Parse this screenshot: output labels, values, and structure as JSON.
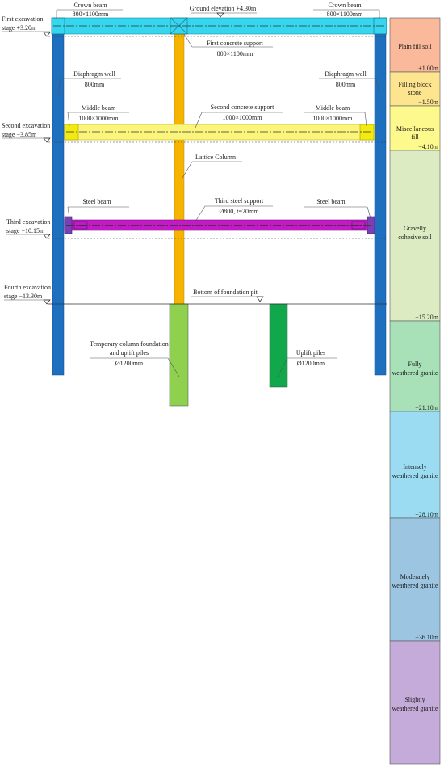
{
  "ground": {
    "label": "Ground elevation +4.30m"
  },
  "crown_beam": {
    "left_title": "Crown beam",
    "left_size": "800×1100mm",
    "right_title": "Crown beam",
    "right_size": "800×1100mm"
  },
  "stages": [
    {
      "line1": "First excavation",
      "line2": "stage +3.20m"
    },
    {
      "line1": "Second excavation",
      "line2": "stage −3.85m"
    },
    {
      "line1": "Third excavation",
      "line2": "stage −10.15m"
    },
    {
      "line1": "Fourth excavation",
      "line2": "stage −13.30m"
    }
  ],
  "first_support": {
    "title": "First concrete support",
    "size": "800×1100mm"
  },
  "diaphragm_left": {
    "title": "Diaphragm wall",
    "size": "800mm"
  },
  "diaphragm_right": {
    "title": "Diaphragm wall",
    "size": "800mm"
  },
  "middle_beam_left": {
    "title": "Middle beam",
    "size": "1000×1000mm"
  },
  "middle_beam_right": {
    "title": "Middle beam",
    "size": "1000×1000mm"
  },
  "second_support": {
    "title": "Second concrete support",
    "size": "1000×1000mm"
  },
  "lattice_column": {
    "title": "Lattice Column"
  },
  "steel_beam_left": {
    "title": "Steel beam"
  },
  "steel_beam_right": {
    "title": "Steel beam"
  },
  "third_support": {
    "title": "Third steel support",
    "size": "Ø800, t=20mm"
  },
  "pit_bottom": {
    "label": "Bottom of foundation pit"
  },
  "temp_column": {
    "line1": "Temporary column foundation",
    "line2": "and uplift piles",
    "size": "Ø1200mm"
  },
  "uplift_piles": {
    "title": "Uplift piles",
    "size": "Ø1200mm"
  },
  "strata": [
    {
      "lines": [
        "Plain fill soil"
      ],
      "elevation": "+1.00m",
      "color": "#f9b99a"
    },
    {
      "lines": [
        "Filling block",
        "stone"
      ],
      "elevation": "−1.50m",
      "color": "#fde48f"
    },
    {
      "lines": [
        "Miscellaneous",
        "fill"
      ],
      "elevation": "−4.10m",
      "color": "#fdf98c"
    },
    {
      "lines": [
        "Gravelly",
        "cohesive soil"
      ],
      "elevation": "−15.20m",
      "color": "#dcebc1"
    },
    {
      "lines": [
        "Fully",
        "weathered granite"
      ],
      "elevation": "−21.10m",
      "color": "#a8e0b8"
    },
    {
      "lines": [
        "Intensely",
        "weathered granite"
      ],
      "elevation": "−28.10m",
      "color": "#9bdcf2"
    },
    {
      "lines": [
        "Moderately",
        "weathered granite"
      ],
      "elevation": "−36.10m",
      "color": "#9cc5e2"
    },
    {
      "lines": [
        "Slightly",
        "weathered granite"
      ],
      "elevation": "",
      "color": "#c5abd9"
    }
  ],
  "colors": {
    "wall": "#1f6fbf",
    "crown_beam": "#36d6ee",
    "column": "#f5b400",
    "second_support": "#fbf57c",
    "middle_beam": "#f2ea10",
    "third_support": "#c21bc6",
    "steel_beam": "#7a3fb5",
    "temp_pile": "#8fd14f",
    "uplift_pile": "#11a84c"
  }
}
